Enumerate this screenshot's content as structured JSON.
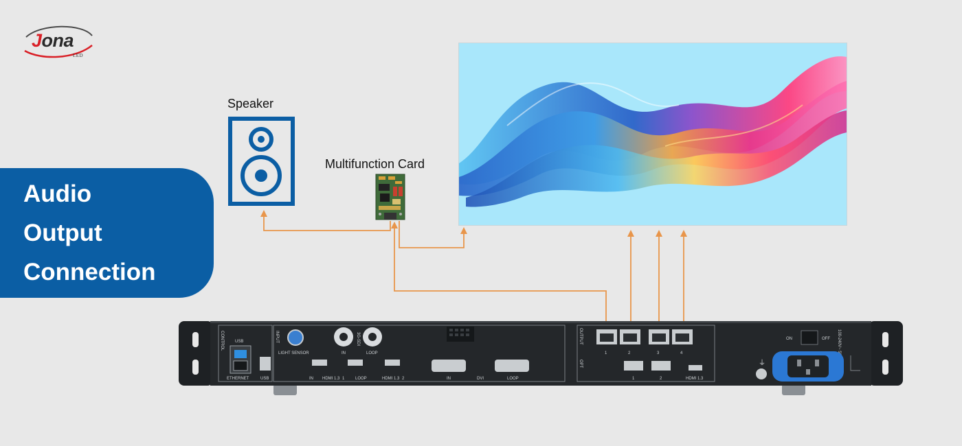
{
  "brand": {
    "letter": "J",
    "rest": "ona",
    "sub": "LED",
    "colors": {
      "red": "#d92027",
      "dark": "#2a2a2a"
    }
  },
  "title": {
    "lines": [
      "Audio",
      "Output",
      "Connection"
    ],
    "background": "#0b5ea4"
  },
  "nodes": {
    "speaker": {
      "label": "Speaker",
      "icon": "speaker-icon",
      "color": "#0b5ea4"
    },
    "card": {
      "label": "Multifunction Card",
      "icon": "circuit-board-icon"
    },
    "screen": {
      "icon": "abstract-wave-image",
      "background": "#a9e7fb"
    }
  },
  "wire_color": "#e8954a",
  "device": {
    "groups": {
      "control": "CONTROL",
      "input": "INPUT",
      "output": "OUTPUT",
      "opt": "OPT"
    },
    "ports": {
      "usb_top": "USB",
      "ethernet": "ETHERNET",
      "usb": "USB",
      "light_sensor": "LIGHT SENSOR",
      "sdi_in": "IN",
      "sdi_loop": "LOOP",
      "sdi_badge": "3G-SDI",
      "hdmi1_in": "IN",
      "hdmi1_name": "HDMI 1.3",
      "hdmi1_num": "1",
      "hdmi1_loop": "LOOP",
      "hdmi2_name": "HDMI 1.3",
      "hdmi2_num": "2",
      "dvi_in": "IN",
      "dvi_name": "DVI",
      "dvi_loop": "LOOP",
      "out_1": "1",
      "out_2": "2",
      "out_3": "3",
      "out_4": "4",
      "opt_1": "1",
      "opt_2": "2",
      "hdmi_out": "HDMI 1.3",
      "on": "ON",
      "off": "OFF",
      "power_rating": "100-240V~ 50/60Hz"
    }
  }
}
